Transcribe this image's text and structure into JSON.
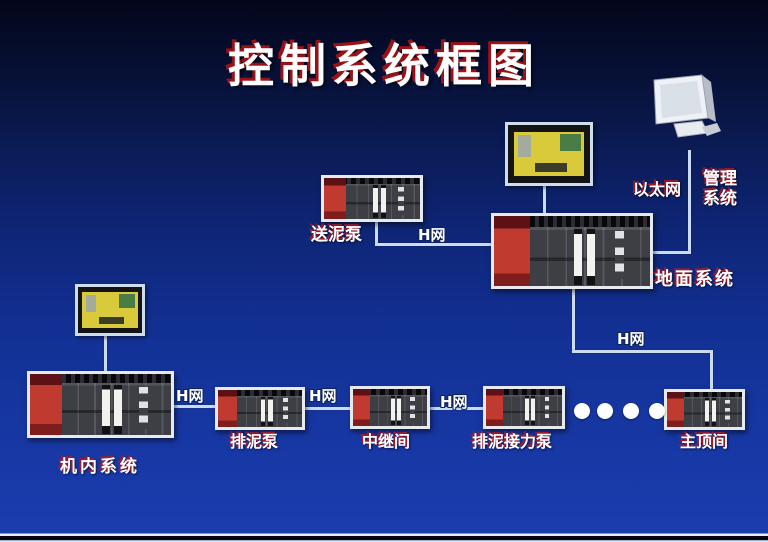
{
  "labels": {
    "title": "控制系统框图",
    "ethernet": "以太网",
    "management_system": "管理系统",
    "ground_system": "地面系统",
    "mud_feed_pump": "送泥泵",
    "onboard_system": "机内系统",
    "mud_discharge_pump": "排泥泵",
    "relay_station": "中继间",
    "mud_relay_pump": "排泥接力泵",
    "main_jacking_station": "主顶间",
    "h_network": "H网"
  },
  "diagram": {
    "ellipsis_dot_count": 4,
    "nodes": [
      {
        "id": "management",
        "label": "管理系统",
        "type": "computer-monitor"
      },
      {
        "id": "ground",
        "label": "地面系统",
        "type": "plc-rack",
        "has_hmi_display": true
      },
      {
        "id": "mud_feed_pump",
        "label": "送泥泵",
        "type": "plc-rack"
      },
      {
        "id": "onboard",
        "label": "机内系统",
        "type": "plc-rack",
        "has_hmi_display": true
      },
      {
        "id": "mud_discharge_pump",
        "label": "排泥泵",
        "type": "plc-rack"
      },
      {
        "id": "relay_station",
        "label": "中继间",
        "type": "plc-rack"
      },
      {
        "id": "mud_relay_pump",
        "label": "排泥接力泵",
        "type": "plc-rack"
      },
      {
        "id": "main_jacking",
        "label": "主顶间",
        "type": "plc-rack"
      }
    ],
    "links": [
      {
        "from": "management",
        "to": "ground",
        "label": "以太网"
      },
      {
        "from": "mud_feed_pump",
        "to": "ground",
        "label": "H网"
      },
      {
        "from": "ground",
        "to": "main_jacking",
        "label": "H网"
      },
      {
        "from": "onboard",
        "to": "mud_discharge_pump",
        "label": "H网"
      },
      {
        "from": "mud_discharge_pump",
        "to": "relay_station",
        "label": "H网"
      },
      {
        "from": "relay_station",
        "to": "mud_relay_pump",
        "label": "H网"
      },
      {
        "from": "mud_relay_pump",
        "to": "main_jacking",
        "label": "…(dots)"
      }
    ]
  },
  "colors": {
    "background_top": "#03061a",
    "background_bottom": "#1b3dae",
    "title_text": "#ffffff",
    "title_shadow_red": "#b51313",
    "connector_line": "#ccdcee",
    "plc_red_module": "#c13a30",
    "plc_chassis": "#43454b",
    "hmi_screen_yellow": "#d8ca3a"
  }
}
